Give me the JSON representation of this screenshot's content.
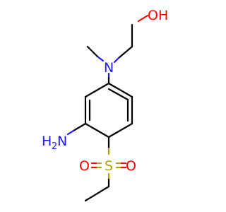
{
  "molecule": {
    "atoms": {
      "hydroxyl": "OH",
      "amine_n": "N",
      "amino_h": "H",
      "amino_sub": "2",
      "amino_n": "N",
      "sulfur": "S",
      "oxygen_left": "O",
      "oxygen_right": "O"
    },
    "colors": {
      "carbon": "#000000",
      "nitrogen": "#1a1aff",
      "oxygen": "#ff0000",
      "sulfur": "#b3a300"
    }
  }
}
